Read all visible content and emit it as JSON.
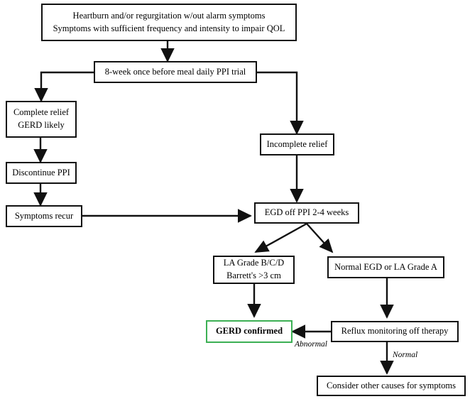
{
  "diagram": {
    "title": "GERD diagnostic algorithm flowchart",
    "accent_color": "#3cb054",
    "line_color": "#111111",
    "background": "#ffffff"
  },
  "nodes": {
    "start": {
      "line1": "Heartburn and/or regurgitation w/out alarm symptoms",
      "line2": "Symptoms with sufficient frequency and intensity to impair QOL"
    },
    "ppi_trial": {
      "label": "8-week once before meal daily PPI trial"
    },
    "complete_relief": {
      "line1": "Complete relief",
      "line2": "GERD likely"
    },
    "discontinue": {
      "label": "Discontinue PPI"
    },
    "symptoms_recur": {
      "label": "Symptoms recur"
    },
    "incomplete_relief": {
      "label": "Incomplete relief"
    },
    "egd": {
      "label": "EGD off PPI 2-4 weeks"
    },
    "la_grade": {
      "line1": "LA Grade B/C/D",
      "line2": "Barrett's >3 cm"
    },
    "normal_egd": {
      "label": "Normal EGD or LA Grade A"
    },
    "gerd_confirmed": {
      "label": "GERD confirmed"
    },
    "reflux_monitoring": {
      "label": "Reflux monitoring off therapy"
    },
    "other_causes": {
      "label": "Consider other causes for symptoms"
    }
  },
  "edge_labels": {
    "abnormal": "Abnormal",
    "normal": "Normal"
  }
}
